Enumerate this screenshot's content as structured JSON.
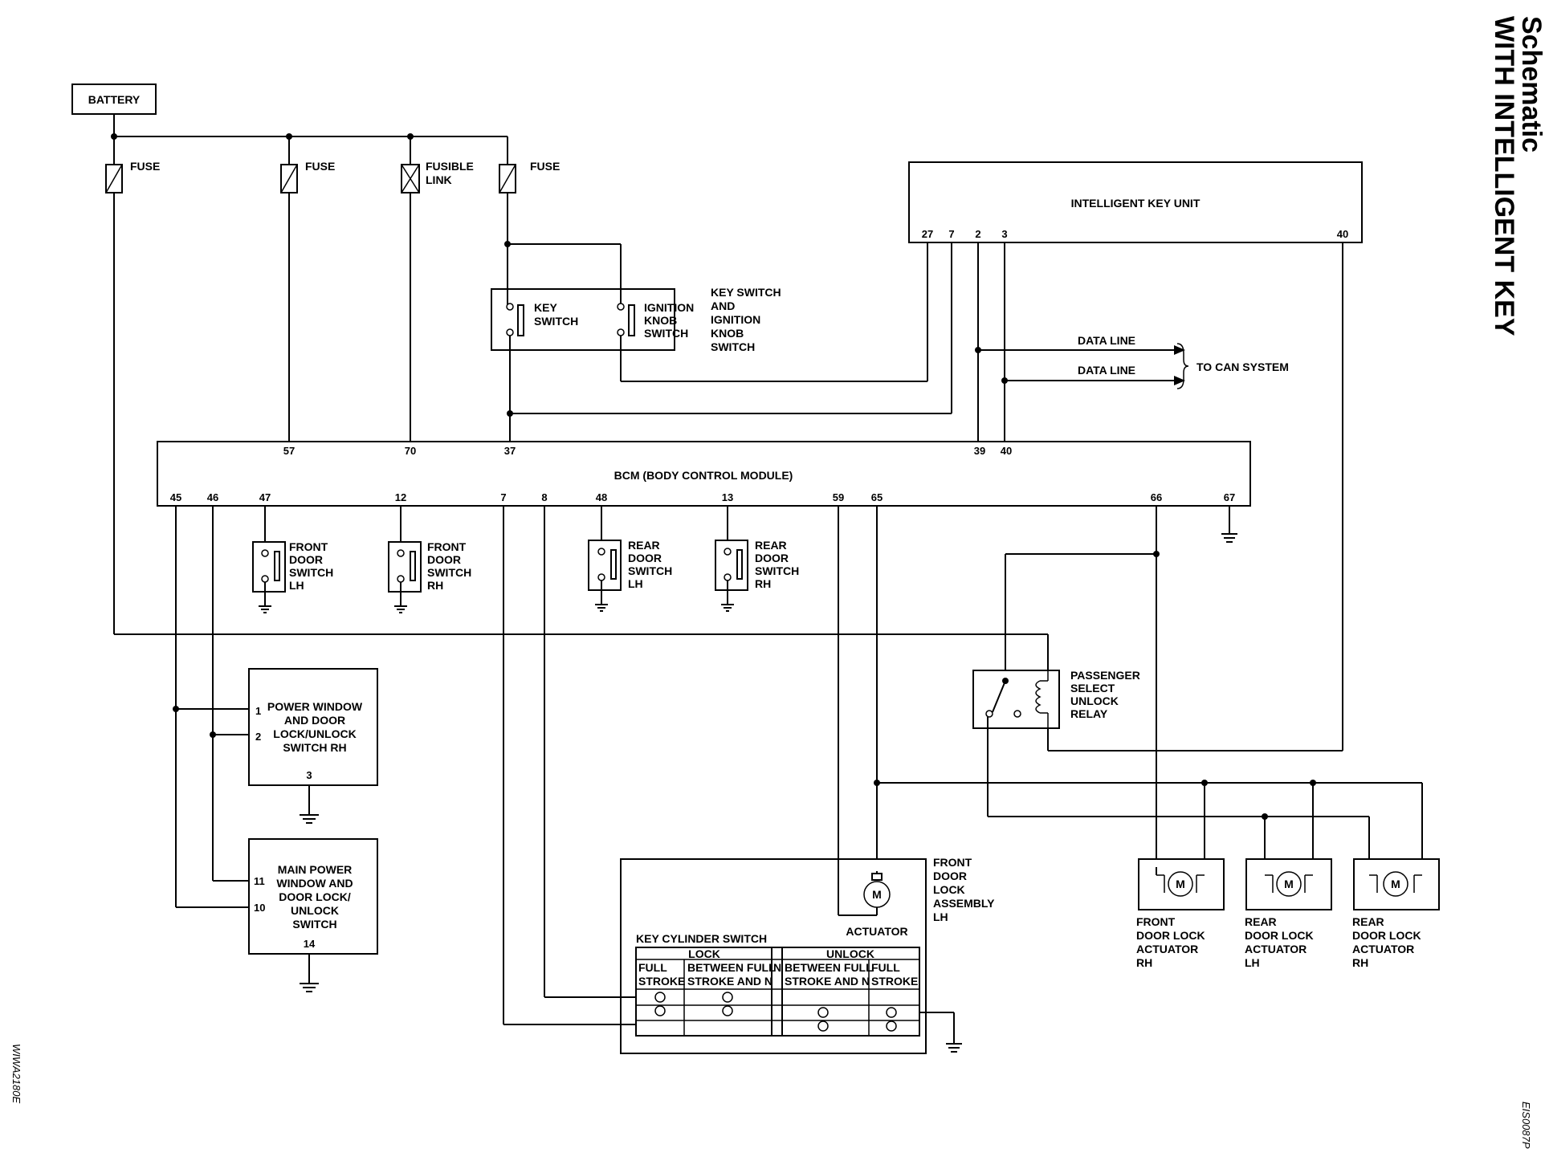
{
  "header": {
    "title": "Schematic",
    "subtitle": "WITH INTELLIGENT KEY"
  },
  "ids": {
    "left_code": "WIWA2180E",
    "right_code": "EIS0087P"
  },
  "battery": {
    "label": "BATTERY"
  },
  "fuses": {
    "fuse1": "FUSE",
    "fuse2": "FUSE",
    "fusible_link_1": "FUSIBLE",
    "fusible_link_2": "LINK",
    "fuse4": "FUSE"
  },
  "key_switch_assembly": {
    "key_switch": [
      "KEY",
      "SWITCH"
    ],
    "ignition_knob": [
      "IGNITION",
      "KNOB",
      "SWITCH"
    ],
    "title": [
      "KEY SWITCH",
      "AND",
      "IGNITION",
      "KNOB",
      "SWITCH"
    ]
  },
  "intelligent_key_unit": {
    "label": "INTELLIGENT KEY UNIT",
    "pins": {
      "p27": "27",
      "p7": "7",
      "p2": "2",
      "p3": "3",
      "p40": "40"
    }
  },
  "data_lines": {
    "line1": "DATA LINE",
    "line2": "DATA LINE",
    "target": "TO CAN SYSTEM"
  },
  "bcm": {
    "label": "BCM (BODY CONTROL MODULE)",
    "top_pins": {
      "p57": "57",
      "p70": "70",
      "p37": "37",
      "p39": "39",
      "p40": "40"
    },
    "bottom_pins": {
      "p45": "45",
      "p46": "46",
      "p47": "47",
      "p12": "12",
      "p7": "7",
      "p8": "8",
      "p48": "48",
      "p13": "13",
      "p59": "59",
      "p65": "65",
      "p66": "66",
      "p67": "67"
    }
  },
  "door_switches": [
    {
      "lines": [
        "FRONT",
        "DOOR",
        "SWITCH",
        "LH"
      ]
    },
    {
      "lines": [
        "FRONT",
        "DOOR",
        "SWITCH",
        "RH"
      ]
    },
    {
      "lines": [
        "REAR",
        "DOOR",
        "SWITCH",
        "LH"
      ]
    },
    {
      "lines": [
        "REAR",
        "DOOR",
        "SWITCH",
        "RH"
      ]
    }
  ],
  "relay": {
    "lines": [
      "PASSENGER",
      "SELECT",
      "UNLOCK",
      "RELAY"
    ]
  },
  "pw_switch_rh": {
    "lines": [
      "POWER WINDOW",
      "AND DOOR",
      "LOCK/UNLOCK",
      "SWITCH RH"
    ],
    "pins": {
      "p1": "1",
      "p2": "2",
      "p3": "3"
    }
  },
  "main_pw_switch": {
    "lines": [
      "MAIN POWER",
      "WINDOW AND",
      "DOOR LOCK/",
      "UNLOCK",
      "SWITCH"
    ],
    "pins": {
      "p11": "11",
      "p10": "10",
      "p14": "14"
    }
  },
  "front_door_lock_lh": {
    "title": [
      "FRONT",
      "DOOR",
      "LOCK",
      "ASSEMBLY",
      "LH"
    ],
    "actuator": "ACTUATOR",
    "motor": "M",
    "key_cylinder": {
      "title": "KEY CYLINDER SWITCH",
      "lock": "LOCK",
      "unlock": "UNLOCK",
      "full_stroke_1": [
        "FULL",
        "STROKE"
      ],
      "between_1": [
        "BETWEEN FULL",
        "STROKE AND N"
      ],
      "n_label": "N",
      "between_2": [
        "BETWEEN FULL",
        "STROKE AND N"
      ],
      "full_stroke_2": [
        "FULL",
        "STROKE"
      ]
    }
  },
  "actuators": [
    {
      "motor": "M",
      "lines": [
        "FRONT",
        "DOOR LOCK",
        "ACTUATOR",
        "RH"
      ]
    },
    {
      "motor": "M",
      "lines": [
        "REAR",
        "DOOR LOCK",
        "ACTUATOR",
        "LH"
      ]
    },
    {
      "motor": "M",
      "lines": [
        "REAR",
        "DOOR LOCK",
        "ACTUATOR",
        "RH"
      ]
    }
  ]
}
